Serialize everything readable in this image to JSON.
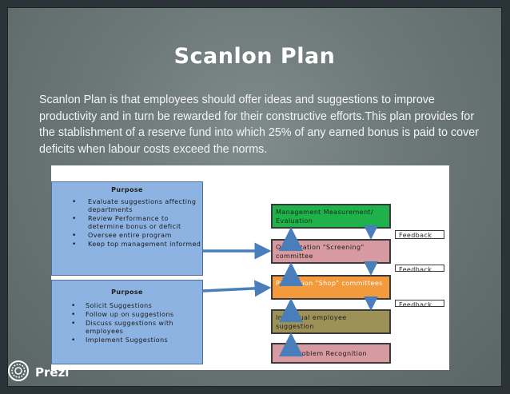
{
  "slide": {
    "title": "Scanlon Plan",
    "paragraph": "Scanlon Plan is that employees should offer ideas and suggestions to improve productivity and in turn be rewarded for their constructive efforts.This plan provides for the stablishment of a reserve fund into which 25% of any earned bonus is paid to cover deficits when labour costs exceed the norms."
  },
  "diagram": {
    "purpose_top": {
      "title": "Purpose",
      "items": [
        "Evaluate suggestions affecting departments",
        "Review Performance to determine bonus or deficit",
        "Oversee entire program",
        "Keep top management informed"
      ]
    },
    "purpose_bottom": {
      "title": "Purpose",
      "items": [
        "Solicit Suggestions",
        "Follow up on suggestions",
        "Discuss suggestions with employees",
        "Implement Suggestions"
      ]
    },
    "flow": [
      "Management Measurement/ Evaluation",
      "Organization \"Screening\" committee",
      "Production \"Shop\" committees",
      "Individual employee suggestion",
      "Problem Recognition"
    ],
    "feedback": [
      "Feedback",
      "Feedback",
      "Feedback"
    ],
    "colors": {
      "purpose_box": "#8db3e2",
      "management": "#1fb14a",
      "screening": "#d79aa0",
      "shop": "#f39a3c",
      "individual": "#9c9258",
      "problem": "#d79aa0",
      "arrow": "#4a7ebb"
    }
  },
  "brand": {
    "name": "Prezi",
    "icon": "prezi-logo-icon"
  }
}
